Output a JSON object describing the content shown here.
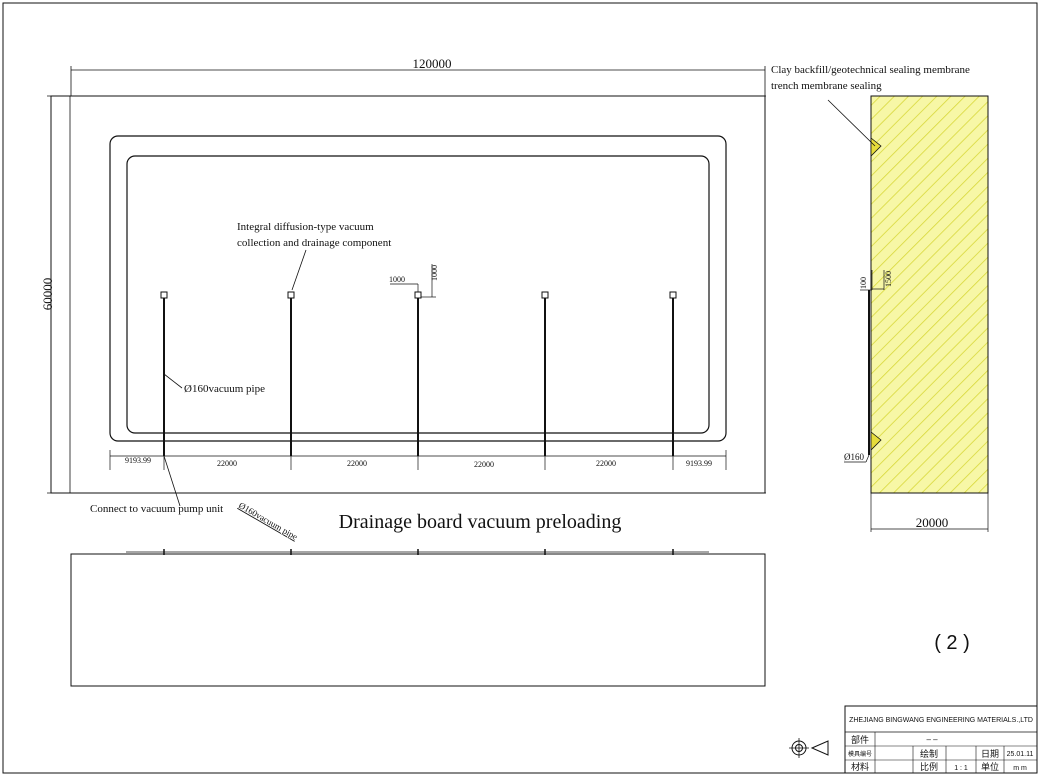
{
  "dims": {
    "overall_width": "120000",
    "overall_height": "60000",
    "section_width": "20000",
    "spacing_labels": [
      "9193.99",
      "22000",
      "22000",
      "22000",
      "22000",
      "9193.99"
    ],
    "detail_h": "1000",
    "detail_v": "1000",
    "section_100": "100",
    "section_1500": "1500",
    "section_pipe": "Ø160"
  },
  "annotations": {
    "diffusion_line1": "Integral diffusion-type vacuum",
    "diffusion_line2": "collection and drainage component",
    "vacuum_pipe": "Ø160vacuum pipe",
    "connect_pump": "Connect to vacuum pump unit",
    "pipe_elevation": "Ø160vacuum pipe",
    "clay_line1": "Clay backfill/geotechnical sealing membrane",
    "clay_line2": "trench membrane sealing"
  },
  "drawing_title": "Drainage board vacuum preloading",
  "sheet_number": "( 2 )",
  "title_block": {
    "company": "ZHEJIANG BINGWANG ENGINEERING MATERIALS.,LTD",
    "part_label": "部件",
    "part_value": "– –",
    "model_label": "模具编号",
    "drawn_label": "绘制",
    "date_label": "日期",
    "date_value": "25.01.11",
    "material_label": "材料",
    "scale_label": "比例",
    "scale_value": "1 : 1",
    "unit_label": "单位",
    "unit_value": "m m"
  },
  "colors": {
    "line": "#111111",
    "fill_soil": "#f7f7a6",
    "hatch": "#d8d83a",
    "wedge": "#e6dc3a"
  }
}
